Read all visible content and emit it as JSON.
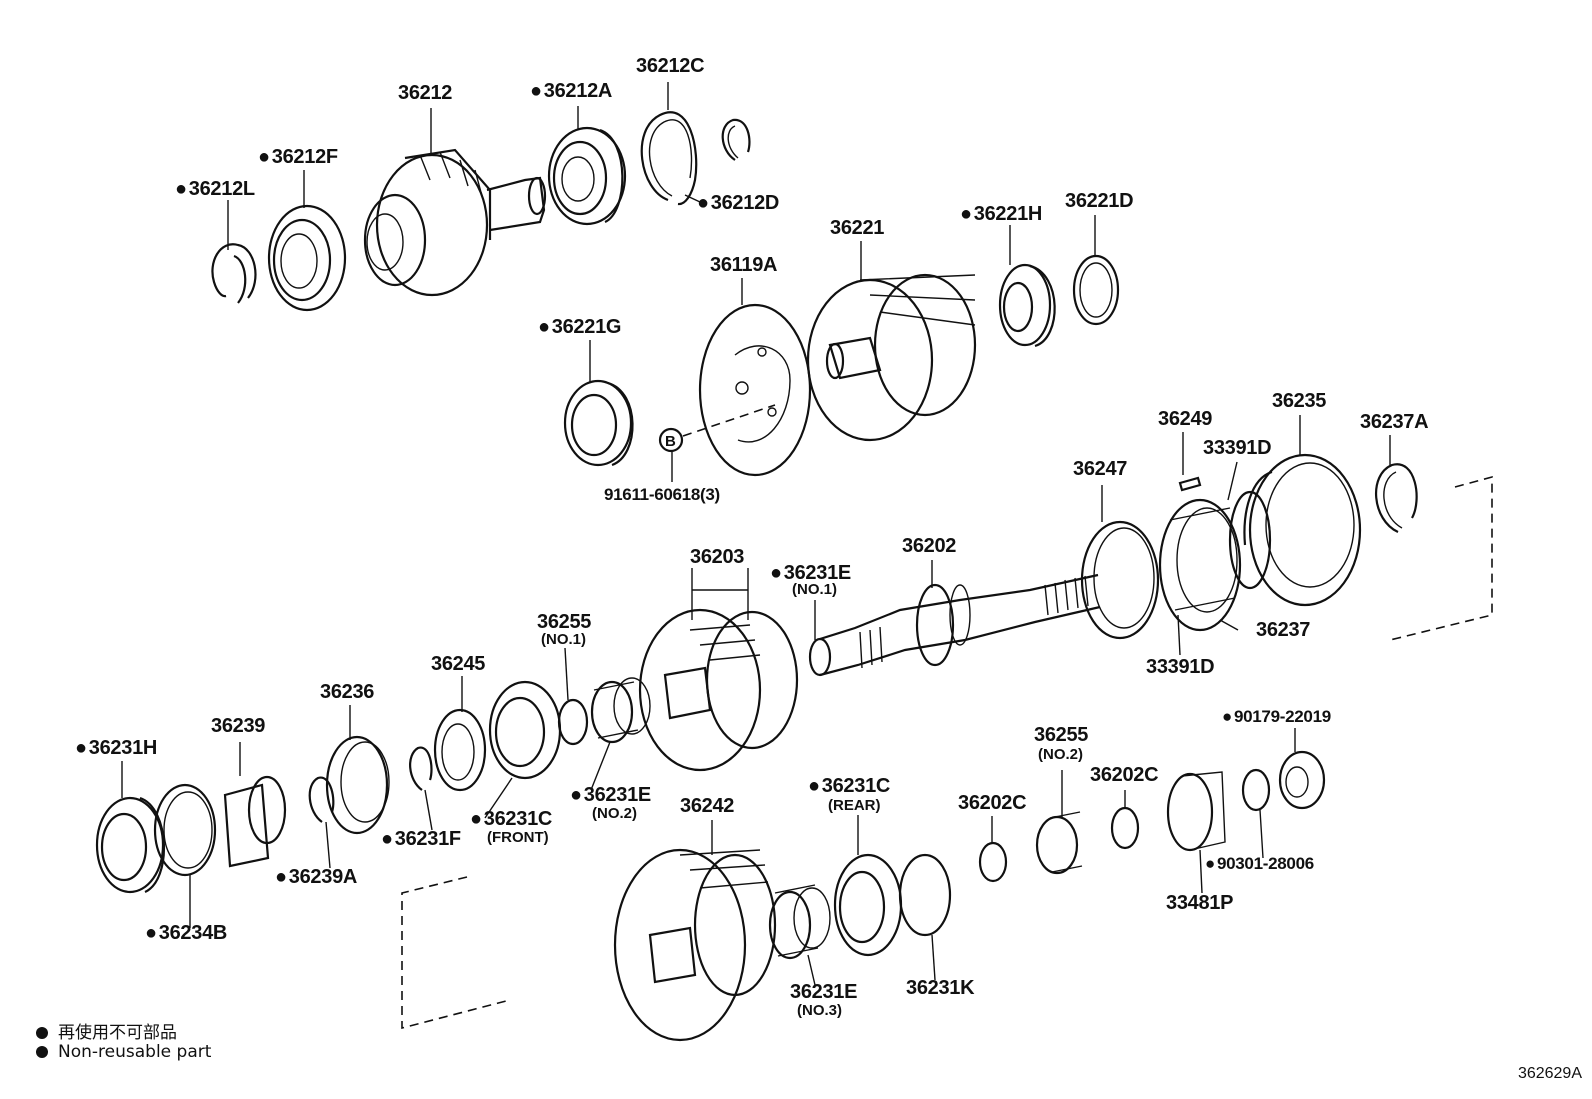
{
  "figure_code": "362629A",
  "legend": {
    "jp": "再使用不可部品",
    "en": "Non-reusable part"
  },
  "bolt_ref": "B",
  "parts": {
    "p36212": {
      "code": "36212",
      "nonreusable": false
    },
    "p36212A": {
      "code": "36212A",
      "nonreusable": true
    },
    "p36212C": {
      "code": "36212C",
      "nonreusable": false
    },
    "p36212D": {
      "code": "36212D",
      "nonreusable": true
    },
    "p36212F": {
      "code": "36212F",
      "nonreusable": true
    },
    "p36212L": {
      "code": "36212L",
      "nonreusable": true
    },
    "p36221": {
      "code": "36221",
      "nonreusable": false
    },
    "p36221H": {
      "code": "36221H",
      "nonreusable": true
    },
    "p36221D": {
      "code": "36221D",
      "nonreusable": false
    },
    "p36119A": {
      "code": "36119A",
      "nonreusable": false
    },
    "p36221G": {
      "code": "36221G",
      "nonreusable": true
    },
    "p91611": {
      "code": "91611-60618(3)",
      "nonreusable": false
    },
    "p36249": {
      "code": "36249",
      "nonreusable": false
    },
    "p36235": {
      "code": "36235",
      "nonreusable": false
    },
    "p36237A": {
      "code": "36237A",
      "nonreusable": false
    },
    "p33391D_top": {
      "code": "33391D",
      "nonreusable": false
    },
    "p36247": {
      "code": "36247",
      "nonreusable": false
    },
    "p36202": {
      "code": "36202",
      "nonreusable": false
    },
    "p36203": {
      "code": "36203",
      "nonreusable": false
    },
    "p36231E1": {
      "code": "36231E",
      "sub": "(NO.1)",
      "nonreusable": true
    },
    "p36237": {
      "code": "36237",
      "nonreusable": false
    },
    "p33391D_bot": {
      "code": "33391D",
      "nonreusable": false
    },
    "p36255_1": {
      "code": "36255",
      "sub": "(NO.1)",
      "nonreusable": false
    },
    "p36245": {
      "code": "36245",
      "nonreusable": false
    },
    "p36236": {
      "code": "36236",
      "nonreusable": false
    },
    "p36239": {
      "code": "36239",
      "nonreusable": false
    },
    "p36231H": {
      "code": "36231H",
      "nonreusable": true
    },
    "p36231F": {
      "code": "36231F",
      "nonreusable": true
    },
    "p36231C_front": {
      "code": "36231C",
      "sub": "(FRONT)",
      "nonreusable": true
    },
    "p36231E2": {
      "code": "36231E",
      "sub": "(NO.2)",
      "nonreusable": true
    },
    "p36239A": {
      "code": "36239A",
      "nonreusable": true
    },
    "p36234B": {
      "code": "36234B",
      "nonreusable": true
    },
    "p36242": {
      "code": "36242",
      "nonreusable": false
    },
    "p36231C_rear": {
      "code": "36231C",
      "sub": "(REAR)",
      "nonreusable": true
    },
    "p36202C_a": {
      "code": "36202C",
      "nonreusable": false
    },
    "p36255_2": {
      "code": "36255",
      "sub": "(NO.2)",
      "nonreusable": false
    },
    "p36202C_b": {
      "code": "36202C",
      "nonreusable": false
    },
    "p90179": {
      "code": "90179-22019",
      "nonreusable": true
    },
    "p90301": {
      "code": "90301-28006",
      "nonreusable": true
    },
    "p33481P": {
      "code": "33481P",
      "nonreusable": false
    },
    "p36231E3": {
      "code": "36231E",
      "sub": "(NO.3)",
      "nonreusable": false
    },
    "p36231K": {
      "code": "36231K",
      "nonreusable": false
    }
  }
}
